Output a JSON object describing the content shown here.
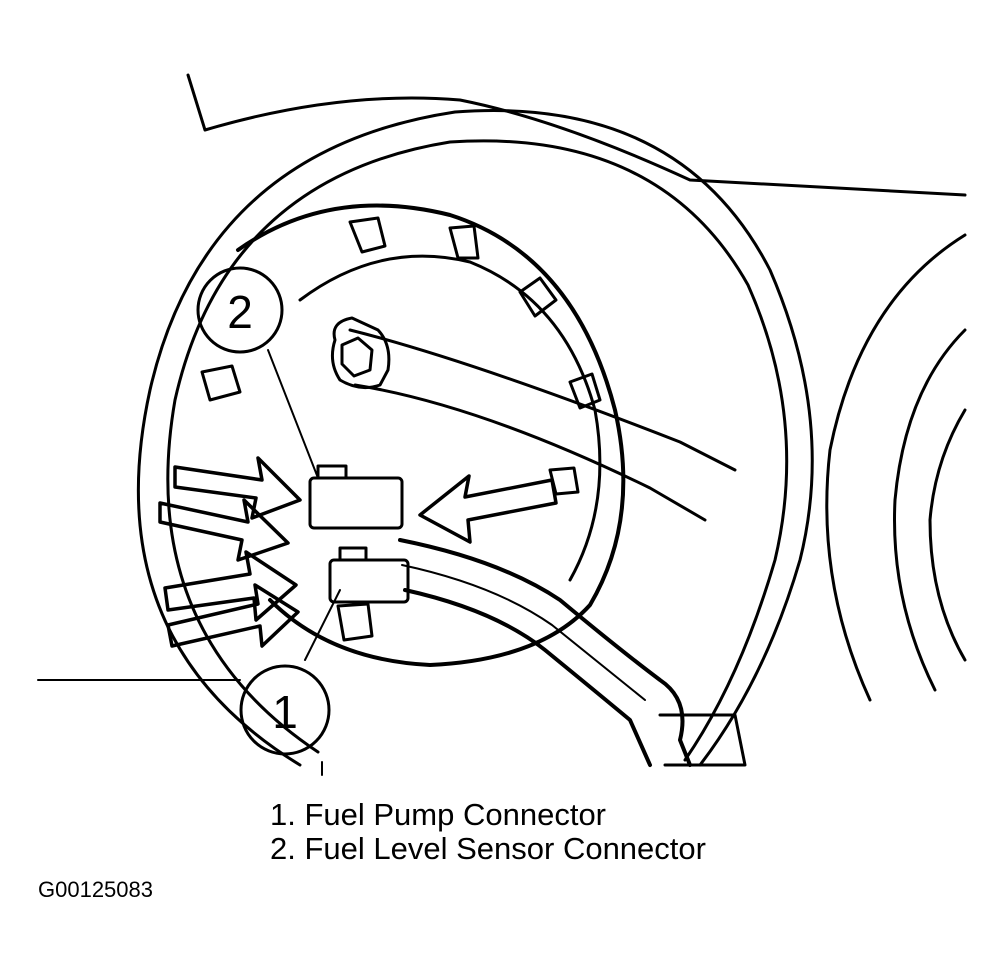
{
  "diagram": {
    "callouts": [
      {
        "number": "1",
        "label": "Fuel Pump Connector"
      },
      {
        "number": "2",
        "label": "Fuel Level Sensor Connector"
      }
    ],
    "legend": [
      "1. Fuel Pump Connector",
      "2. Fuel Level Sensor Connector"
    ],
    "figure_id": "G00125083",
    "colors": {
      "ink": "#000000",
      "paper": "#ffffff"
    }
  }
}
